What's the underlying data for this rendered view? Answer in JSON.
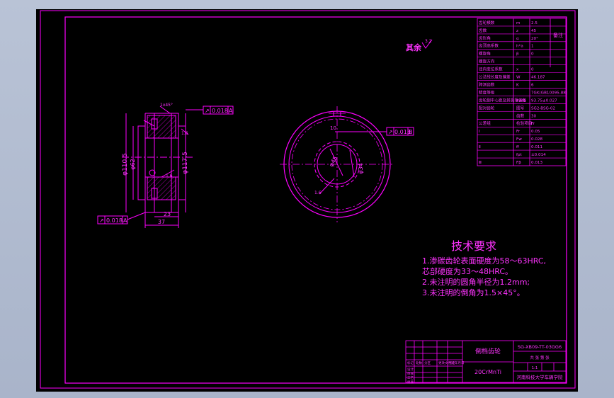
{
  "colors": {
    "background": "#000000",
    "drawing_lines": "#ff00ff",
    "viewport_frame": "#9aa6bd",
    "text": "#ff33ff"
  },
  "drawing": {
    "roughness_rest_label": "其余",
    "roughness_rest_value": "3.2",
    "roughness_face_value": "1.6",
    "roughness_bore_value": "1.6",
    "runout_left_top": "0.018",
    "runout_left_top_datum": "A",
    "runout_left_bottom": "0.018",
    "runout_left_bottom_datum": "A",
    "runout_right": "0.013",
    "runout_right_datum": "B",
    "dim_d_outer": "φ110.5",
    "dim_d_hub": "φ62",
    "dim_d_root": "φ117.5",
    "dim_width": "37",
    "dim_hub_width": "23",
    "dim_keyway": "10",
    "dim_bore": "φ34",
    "dim_spline": "φ45",
    "chamfer_tag": "1x45°",
    "section_view": "right"
  },
  "tech_requirements": {
    "title": "技术要求",
    "lines": [
      "1.渗碳齿轮表面硬度为58～63HRC,",
      "芯部硬度为33～48HRC。",
      "2.未注明的圆角半径为1.2mm;",
      "3.未注明的倒角为1.5×45°。"
    ]
  },
  "param_table": {
    "rows": [
      {
        "name": "齿轮模数",
        "sym": "m",
        "val": "2.5"
      },
      {
        "name": "齿数",
        "sym": "z",
        "val": "45"
      },
      {
        "name": "齿形角",
        "sym": "α",
        "val": "20°"
      },
      {
        "name": "齿顶高系数",
        "sym": "h*a",
        "val": "1"
      },
      {
        "name": "螺旋角",
        "sym": "β",
        "val": "0"
      },
      {
        "name": "螺旋方向",
        "sym": "",
        "val": ""
      },
      {
        "name": "径向变位系数",
        "sym": "x",
        "val": "0"
      },
      {
        "name": "公法线长度及偏差",
        "sym": "W",
        "val": "46.187"
      },
      {
        "name": "跨测齿数",
        "sym": "K",
        "val": "6"
      },
      {
        "name": "精度等级",
        "sym": "",
        "val": "7GK(GB10095-88)"
      },
      {
        "name": "齿轮副中心距及其极限偏差",
        "sym": "a±fa",
        "val": "93.75±0.027"
      },
      {
        "name": "配对齿轮",
        "sym": "图号",
        "val": "SG2-BSG-02"
      },
      {
        "name": "",
        "sym": "齿数",
        "val": "30"
      },
      {
        "name": "公差组",
        "sym": "检验项目",
        "val": "Fr"
      },
      {
        "name": "Ⅰ",
        "sym": "Fr",
        "val": "0.05"
      },
      {
        "name": "",
        "sym": "Fw",
        "val": "0.028"
      },
      {
        "name": "Ⅱ",
        "sym": "ff",
        "val": "0.011"
      },
      {
        "name": "",
        "sym": "fpt",
        "val": "±0.014"
      },
      {
        "name": "Ⅲ",
        "sym": "Fβ",
        "val": "0.013"
      }
    ],
    "side_note": "备注"
  },
  "title_block": {
    "part_name": "倒档齿轮",
    "drawing_no": "SG-XB09-TT-03GG6",
    "material": "20CrMnTi",
    "scale": "1:1",
    "school": "河南科技大学车辆学院",
    "sheet_info": "共 张 第 张",
    "roles": [
      "标记",
      "处数",
      "分区",
      "更改文件号",
      "签名",
      "年月日"
    ],
    "staff": [
      "设计",
      "审核",
      "工艺",
      "批准"
    ]
  }
}
